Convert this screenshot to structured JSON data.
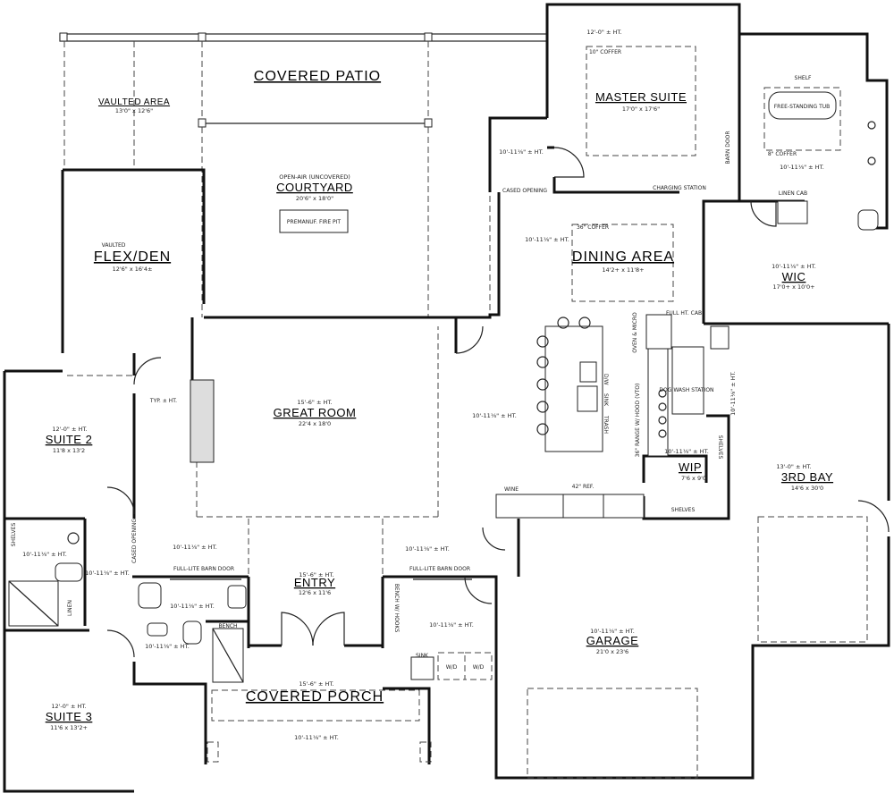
{
  "rooms": {
    "covered_patio": {
      "name": "COVERED PATIO"
    },
    "vaulted_area": {
      "name": "VAULTED AREA",
      "size": "13'0\" x 12'6\""
    },
    "courtyard": {
      "note": "OPEN-AIR (UNCOVERED)",
      "name": "COURTYARD",
      "size": "20'6\" x 18'0\"",
      "fire_pit": "PREMANUF. FIRE PIT"
    },
    "master_suite": {
      "height": "12'-0\" ± HT.",
      "coffer": "10\" COFFER",
      "name": "MASTER SUITE",
      "size": "17'0\" x 17'6\""
    },
    "master_bath": {
      "shelf": "SHELF",
      "tub": "FREE-STANDING TUB",
      "coffer": "8\" COFFER",
      "height": "10'-11⅛\" ± HT.",
      "linen": "LINEN CAB",
      "barn_door": "BARN DOOR",
      "charging": "CHARGING STATION"
    },
    "flex_den": {
      "note": "VAULTED",
      "name": "FLEX/DEN",
      "size": "12'6\" x 16'4±"
    },
    "dining": {
      "height": "10'-11⅛\" ± HT.",
      "coffer": "36\" COFFER",
      "name": "DINING AREA",
      "size": "14'2+ x 11'8+"
    },
    "cased_opening": {
      "label": "CASED OPENING"
    },
    "hall_height": {
      "height": "10'-11⅛\" ± HT."
    },
    "wic": {
      "height": "10'-11⅛\" ± HT.",
      "name": "WIC",
      "size": "17'0+ x 10'0+"
    },
    "great_room": {
      "height": "15'-6\" ± HT.",
      "name": "GREAT ROOM",
      "size": "22'4 x 18'0"
    },
    "kitchen": {
      "height": "10'-11⅛\" ± HT.",
      "dw": "D/W",
      "sink": "SINK",
      "trash": "TRASH",
      "range": "36\" RANGE W/ HOOD (VTO)",
      "oven": "OVEN & MICRO",
      "full_ht_cab": "FULL HT. CAB",
      "dog_wash": "DOG WASH STATION",
      "shelves": "SHELVES",
      "ref": "42\" REF.",
      "wine": "WINE"
    },
    "wip": {
      "height": "10'-11⅛\" ± HT.",
      "name": "WIP",
      "size": "7'6 x 9'0",
      "shelves": "SHELVES"
    },
    "suite2": {
      "height": "12'-0\" ± HT.",
      "name": "SUITE 2",
      "size": "11'8 x 13'2",
      "typ": "TYP. ± HT."
    },
    "bath2": {
      "height": "10'-11⅛\" ± HT.",
      "shelves": "SHELVES",
      "linen": "LINEN",
      "cased": "CASED OPENING"
    },
    "entry": {
      "height": "15'-6\" ± HT.",
      "name": "ENTRY",
      "size": "12'6 x 11'6",
      "barn_door": "FULL-LITE BARN DOOR"
    },
    "powder": {
      "height": "10'-11⅛\" ± HT."
    },
    "jack_bath": {
      "height": "10'-11⅛\" ± HT.",
      "bench": "BENCH"
    },
    "mud": {
      "height": "10'-11⅛\" ± HT.",
      "barn_door": "FULL-LITE BARN DOOR",
      "bench": "BENCH W/ HOOKS",
      "sink": "SINK",
      "wd1": "W/D",
      "wd2": "W/D"
    },
    "gallery_heights": {
      "left": "10'-11⅛\" ± HT.",
      "right": "10'-11⅛\" ± HT.",
      "bath": "10'-11⅛\" ± HT."
    },
    "garage": {
      "height": "10'-11⅛\" ± HT.",
      "name": "GARAGE",
      "size": "21'0 x 23'6"
    },
    "third_bay": {
      "height": "13'-0\" ± HT.",
      "name": "3RD BAY",
      "size": "14'6 x 30'0",
      "side": "10'-11⅛\" ± HT."
    },
    "covered_porch": {
      "height": "15'-6\" ± HT.",
      "name": "COVERED PORCH",
      "below": "10'-11⅛\" ± HT."
    },
    "suite3": {
      "height": "12'-0\" ± HT.",
      "name": "SUITE 3",
      "size": "11'6 x 13'2+"
    }
  }
}
